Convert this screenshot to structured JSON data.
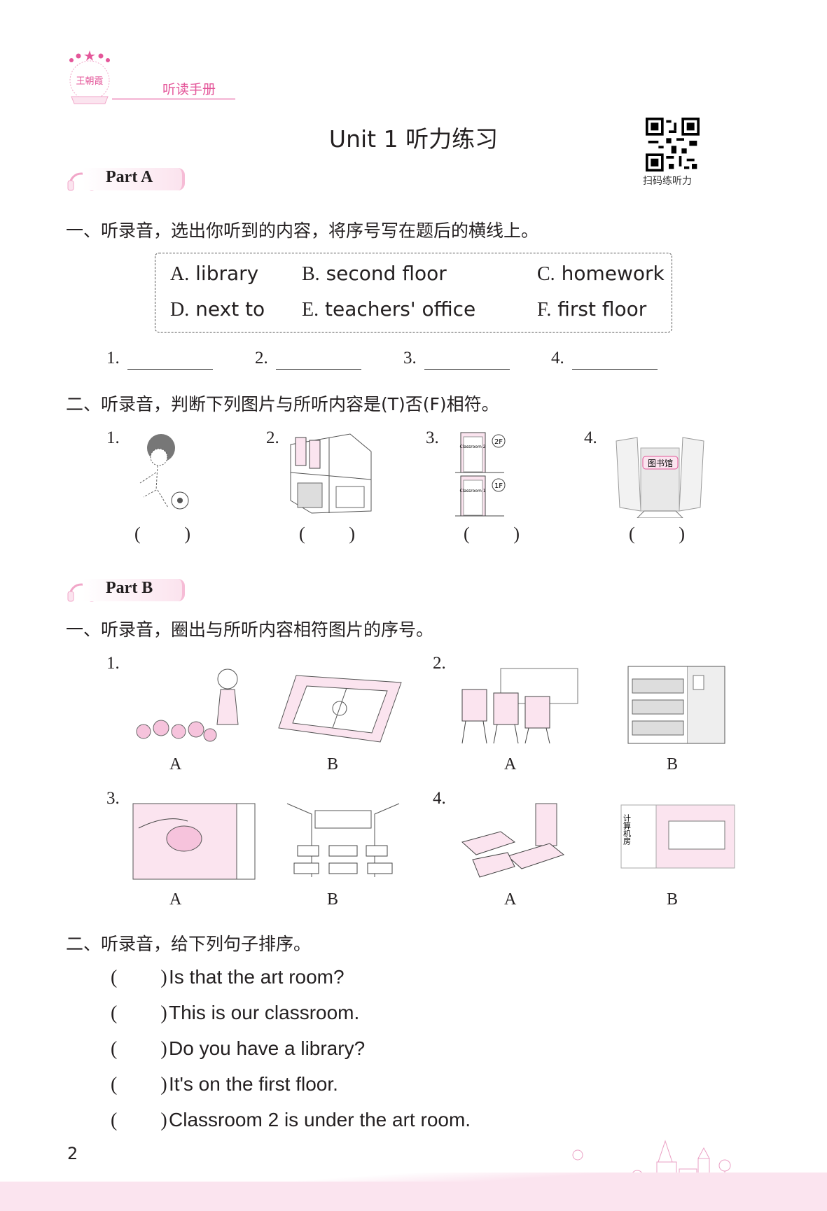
{
  "header": {
    "brand_logo_text": "王朝霞",
    "section_label": "听读手册",
    "title": "Unit 1  听力练习",
    "qr_caption": "扫码练听力"
  },
  "partA": {
    "label": "Part A",
    "q1": {
      "heading": "一、听录音，选出你听到的内容，将序号写在题后的横线上。",
      "options": [
        {
          "letter": "A.",
          "text": "library"
        },
        {
          "letter": "B.",
          "text": "second floor"
        },
        {
          "letter": "C.",
          "text": "homework"
        },
        {
          "letter": "D.",
          "text": "next to"
        },
        {
          "letter": "E.",
          "text": "teachers' office"
        },
        {
          "letter": "F.",
          "text": "first floor"
        }
      ],
      "blanks": [
        "1.",
        "2.",
        "3.",
        "4."
      ]
    },
    "q2": {
      "heading": "二、听录音，判断下列图片与所听内容是(T)否(F)相符。",
      "items": [
        {
          "num": "1."
        },
        {
          "num": "2."
        },
        {
          "num": "3.",
          "upper_door": "Classroom 2",
          "upper_floor": "2F",
          "lower_door": "Classroom 1",
          "lower_floor": "1F"
        },
        {
          "num": "4.",
          "sign": "图书馆"
        }
      ],
      "paren_open": "(",
      "paren_close": ")"
    }
  },
  "partB": {
    "label": "Part B",
    "q1": {
      "heading": "一、听录音，圈出与所听内容相符图片的序号。",
      "items": [
        {
          "num": "1.",
          "a": "A",
          "b": "B"
        },
        {
          "num": "2.",
          "a": "A",
          "b": "B"
        },
        {
          "num": "3.",
          "a": "A",
          "b": "B"
        },
        {
          "num": "4.",
          "a": "A",
          "b": "B",
          "sign": "计算机房"
        }
      ]
    },
    "q2": {
      "heading": "二、听录音，给下列句子排序。",
      "sentences": [
        "Is that the art room?",
        "This is our classroom.",
        "Do you have a library?",
        "It's on the first floor.",
        "Classroom 2 is under the art room."
      ],
      "paren_open": "(",
      "paren_close": ")"
    }
  },
  "footer": {
    "page_number": "2"
  },
  "colors": {
    "accent": "#e4579a",
    "pink_light": "#fbe4ef"
  }
}
